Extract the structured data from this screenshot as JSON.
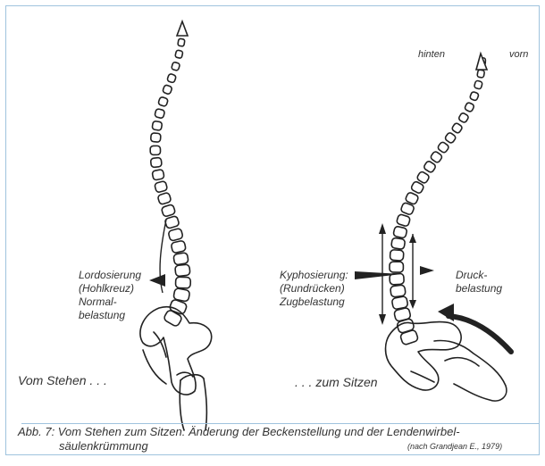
{
  "labels": {
    "hinten": "hinten",
    "vorn": "vorn",
    "lordosierung": "Lordosierung",
    "hohlkreuz": "(Hohlkreuz)",
    "normal": "Normal-",
    "belastung1": "belastung",
    "kyphosierung": "Kyphosierung:",
    "rundruecken": "(Rundrücken)",
    "zugbelastung": "Zugbelastung",
    "druck": "Druck-",
    "belastung2": "belastung",
    "vom_stehen": "Vom Stehen . . .",
    "zum_sitzen": ". . . zum Sitzen"
  },
  "caption": {
    "line1": "Abb. 7: Vom Stehen zum Sitzen: Änderung der Beckenstellung und der Lendenwirbel-",
    "line2": "säulenkrümmung",
    "source": "(nach Grandjean E., 1979)"
  }
}
